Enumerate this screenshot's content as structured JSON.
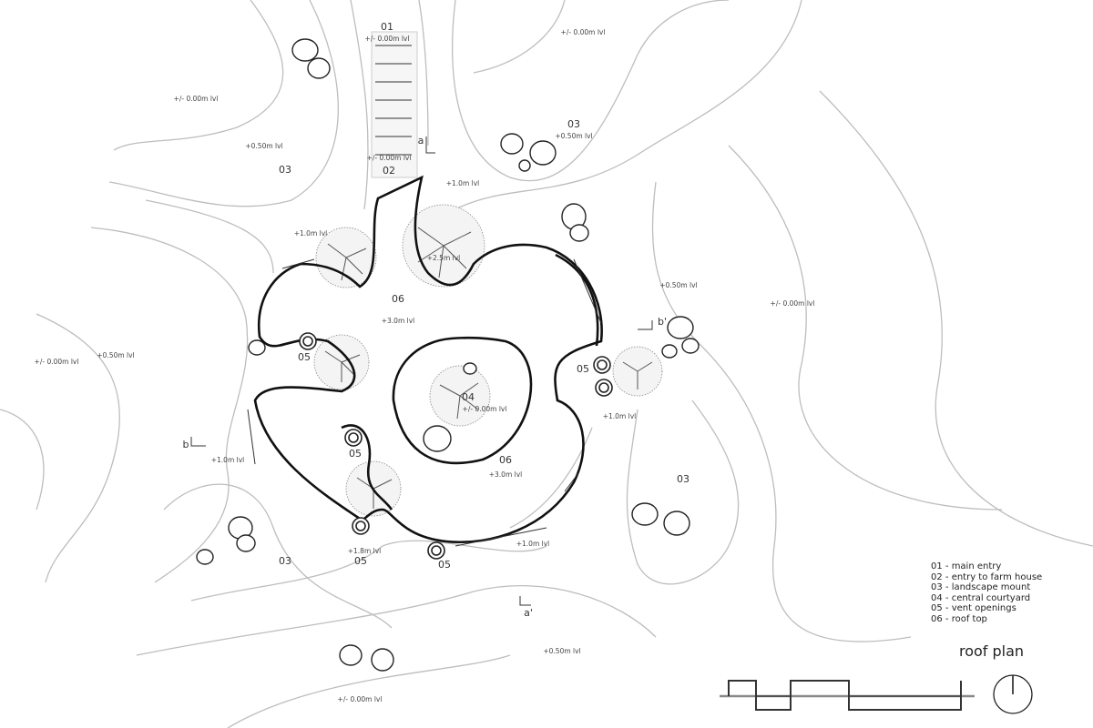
{
  "drawing": {
    "title": "roof plan",
    "legend": [
      "01 - main entry",
      "02 - entry to farm house",
      "03 - landscape mount",
      "04 - central courtyard",
      "05 - vent openings",
      "06 - roof top"
    ],
    "zones": {
      "z01": "01",
      "z02": "02",
      "z03a": "03",
      "z03b": "03",
      "z03c": "03",
      "z03d": "03",
      "z04": "04",
      "z06a": "06",
      "z06b": "06",
      "z05a": "05",
      "z05b": "05",
      "z05c": "05",
      "z05d": "05",
      "z05e": "05"
    },
    "levels": {
      "l01": "+/- 0.00m lvl",
      "l02": "+/- 0.00m lvl",
      "l03": "+/- 0.00m lvl",
      "l04": "+/- 0.00m lvl",
      "l05": "+/- 0.00m lvl",
      "l06": "+/- 0.00m lvl",
      "l07": "+/- 0.00m lvl",
      "l08": "+/- 0.00m lvl",
      "h01": "+0.50m lvl",
      "h02": "+0.50m lvl",
      "h03": "+0.50m lvl",
      "h04": "+0.50m lvl",
      "h05": "+0.50m lvl",
      "m01": "+1.0m lvl",
      "m02": "+1.0m lvl",
      "m03": "+1.0m lvl",
      "m04": "+1.0m lvl",
      "m05": "+1.0m lvl",
      "t01": "+2.5m lvl",
      "r01": "+3.0m lvl",
      "r02": "+3.0m lvl",
      "s01": "+1.8m lvl"
    },
    "sections": {
      "a": "a",
      "a2": "a'",
      "b": "b",
      "b2": "b'"
    }
  }
}
